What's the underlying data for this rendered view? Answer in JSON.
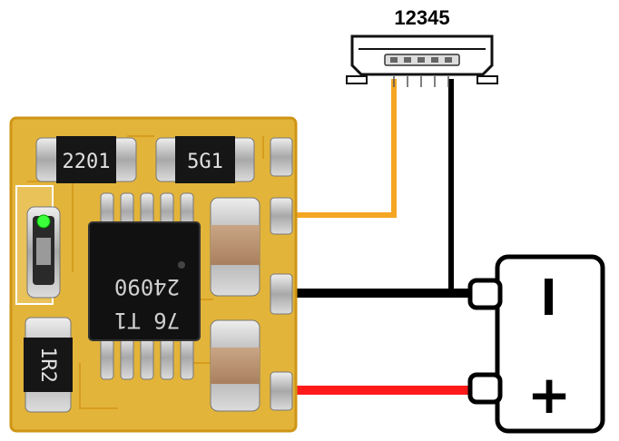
{
  "usb_connector": {
    "pin_label": "12345"
  },
  "resistors": [
    {
      "code": "2201"
    },
    {
      "code": "5G1"
    },
    {
      "code": "1R2"
    }
  ],
  "ic": {
    "line1": "76 T1",
    "line2": "24090"
  },
  "battery": {
    "minus_symbol": "—",
    "plus_symbol": "+"
  },
  "wires": {
    "orange": "#f5a623",
    "black": "#000000",
    "red": "#ff1a1a"
  },
  "colors": {
    "pcb": "#e3b43a",
    "pcb_edge": "#d69a18",
    "solder_pad": "#c8c8c8",
    "ic_body": "#111111"
  }
}
